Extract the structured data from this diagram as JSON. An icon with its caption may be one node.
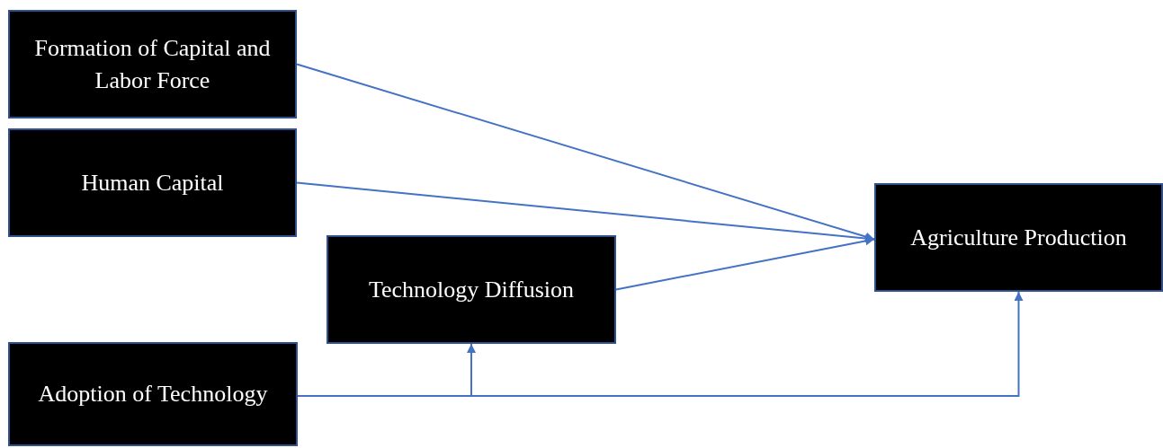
{
  "diagram": {
    "nodes": [
      {
        "text": [
          "Formation of Capital and Labor Force"
        ]
      },
      {
        "text": [
          "Human Capital"
        ]
      },
      {
        "text": [
          "Technology Diffusion"
        ]
      },
      {
        "text": [
          "Adoption of Technology"
        ]
      },
      {
        "text": [
          "Agriculture Production"
        ]
      }
    ],
    "edges": [
      {
        "from": 0,
        "to": 4,
        "arrow": "to"
      },
      {
        "from": 1,
        "to": 4,
        "arrow": "to"
      },
      {
        "from": 2,
        "to": 4,
        "arrow": "to"
      },
      {
        "from": 3,
        "to": 2,
        "arrow": "to"
      },
      {
        "from": 3,
        "to": 4,
        "arrow": "to"
      }
    ]
  }
}
